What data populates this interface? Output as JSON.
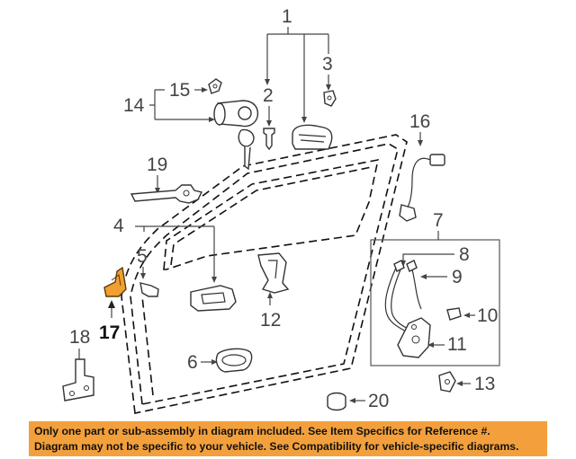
{
  "diagram": {
    "callouts": [
      {
        "id": "c1",
        "label": "1"
      },
      {
        "id": "c2",
        "label": "2"
      },
      {
        "id": "c3",
        "label": "3"
      },
      {
        "id": "c4",
        "label": "4"
      },
      {
        "id": "c5",
        "label": "5"
      },
      {
        "id": "c6",
        "label": "6"
      },
      {
        "id": "c7",
        "label": "7"
      },
      {
        "id": "c8",
        "label": "8"
      },
      {
        "id": "c9",
        "label": "9"
      },
      {
        "id": "c10",
        "label": "10"
      },
      {
        "id": "c11",
        "label": "11"
      },
      {
        "id": "c12",
        "label": "12"
      },
      {
        "id": "c13",
        "label": "13"
      },
      {
        "id": "c14",
        "label": "14"
      },
      {
        "id": "c15",
        "label": "15"
      },
      {
        "id": "c16",
        "label": "16"
      },
      {
        "id": "c17",
        "label": "17"
      },
      {
        "id": "c18",
        "label": "18"
      },
      {
        "id": "c19",
        "label": "19"
      },
      {
        "id": "c20",
        "label": "20"
      }
    ],
    "highlighted_part": "17",
    "colors": {
      "highlight_part": "#f0a030",
      "banner_background": "#f3a03c",
      "line": "#333333"
    }
  },
  "notice": {
    "line1": "Only one part or sub-assembly in diagram included. See Item Specifics for Reference #.",
    "line2": "Diagram may not be specific to your vehicle. See Compatibility for vehicle-specific diagrams."
  }
}
